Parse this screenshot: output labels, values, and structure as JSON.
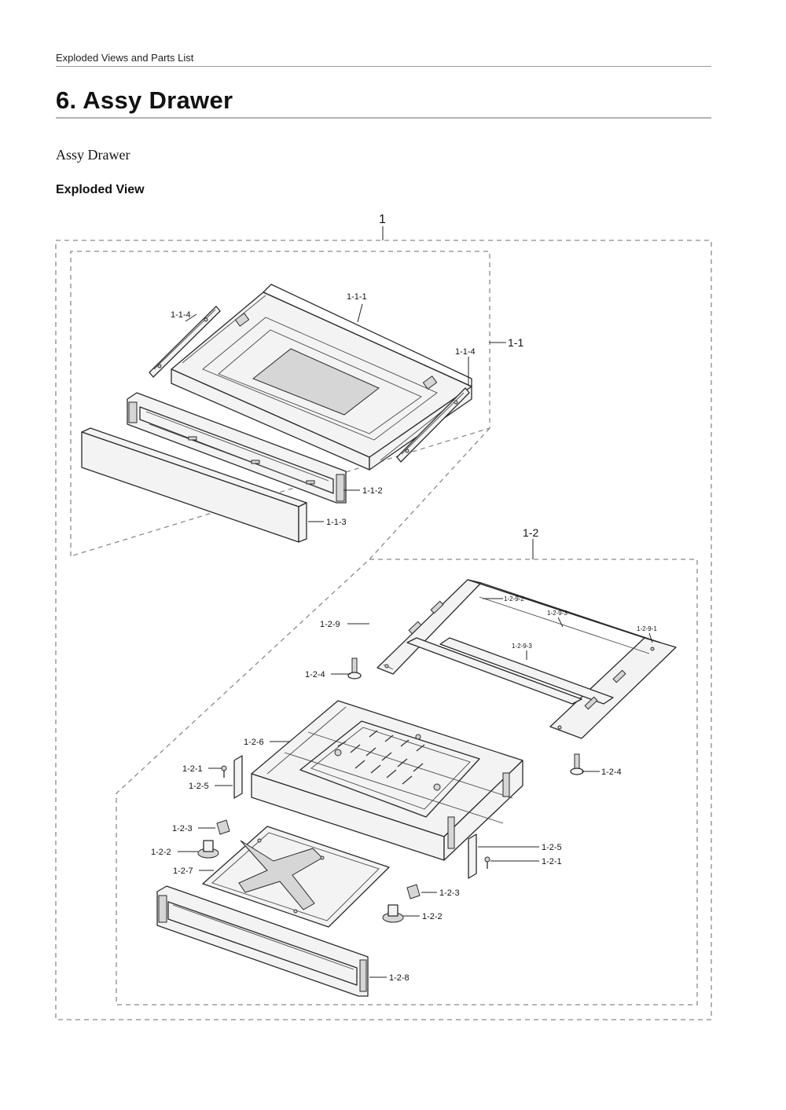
{
  "header": {
    "running_title": "Exploded Views and Parts List",
    "section_title": "6.  Assy Drawer",
    "subtitle": "Assy Drawer",
    "view_heading": "Exploded View"
  },
  "callouts": {
    "assembly": "1",
    "drawer_group": "1-1",
    "drawer_body": "1-1-1",
    "drawer_rail_left": "1-1-4",
    "drawer_rail_right": "1-1-4",
    "drawer_frame": "1-1-2",
    "drawer_front_panel": "1-1-3",
    "base_group": "1-2",
    "rail_frame": "1-2-9",
    "rail_frame_side_left": "1-2-9-2",
    "rail_frame_bar_rear": "1-2-9-3",
    "rail_frame_side_right": "1-2-9-1",
    "rail_frame_bar_mid": "1-2-9-3",
    "leg_left": "1-2-4",
    "leg_right": "1-2-4",
    "base_tray": "1-2-6",
    "screw_left": "1-2-1",
    "bracket_left": "1-2-5",
    "clip_left": "1-2-3",
    "foot_left": "1-2-2",
    "base_plate": "1-2-7",
    "bracket_right": "1-2-5",
    "screw_right": "1-2-1",
    "clip_right": "1-2-3",
    "foot_right": "1-2-2",
    "base_front_frame": "1-2-8"
  }
}
